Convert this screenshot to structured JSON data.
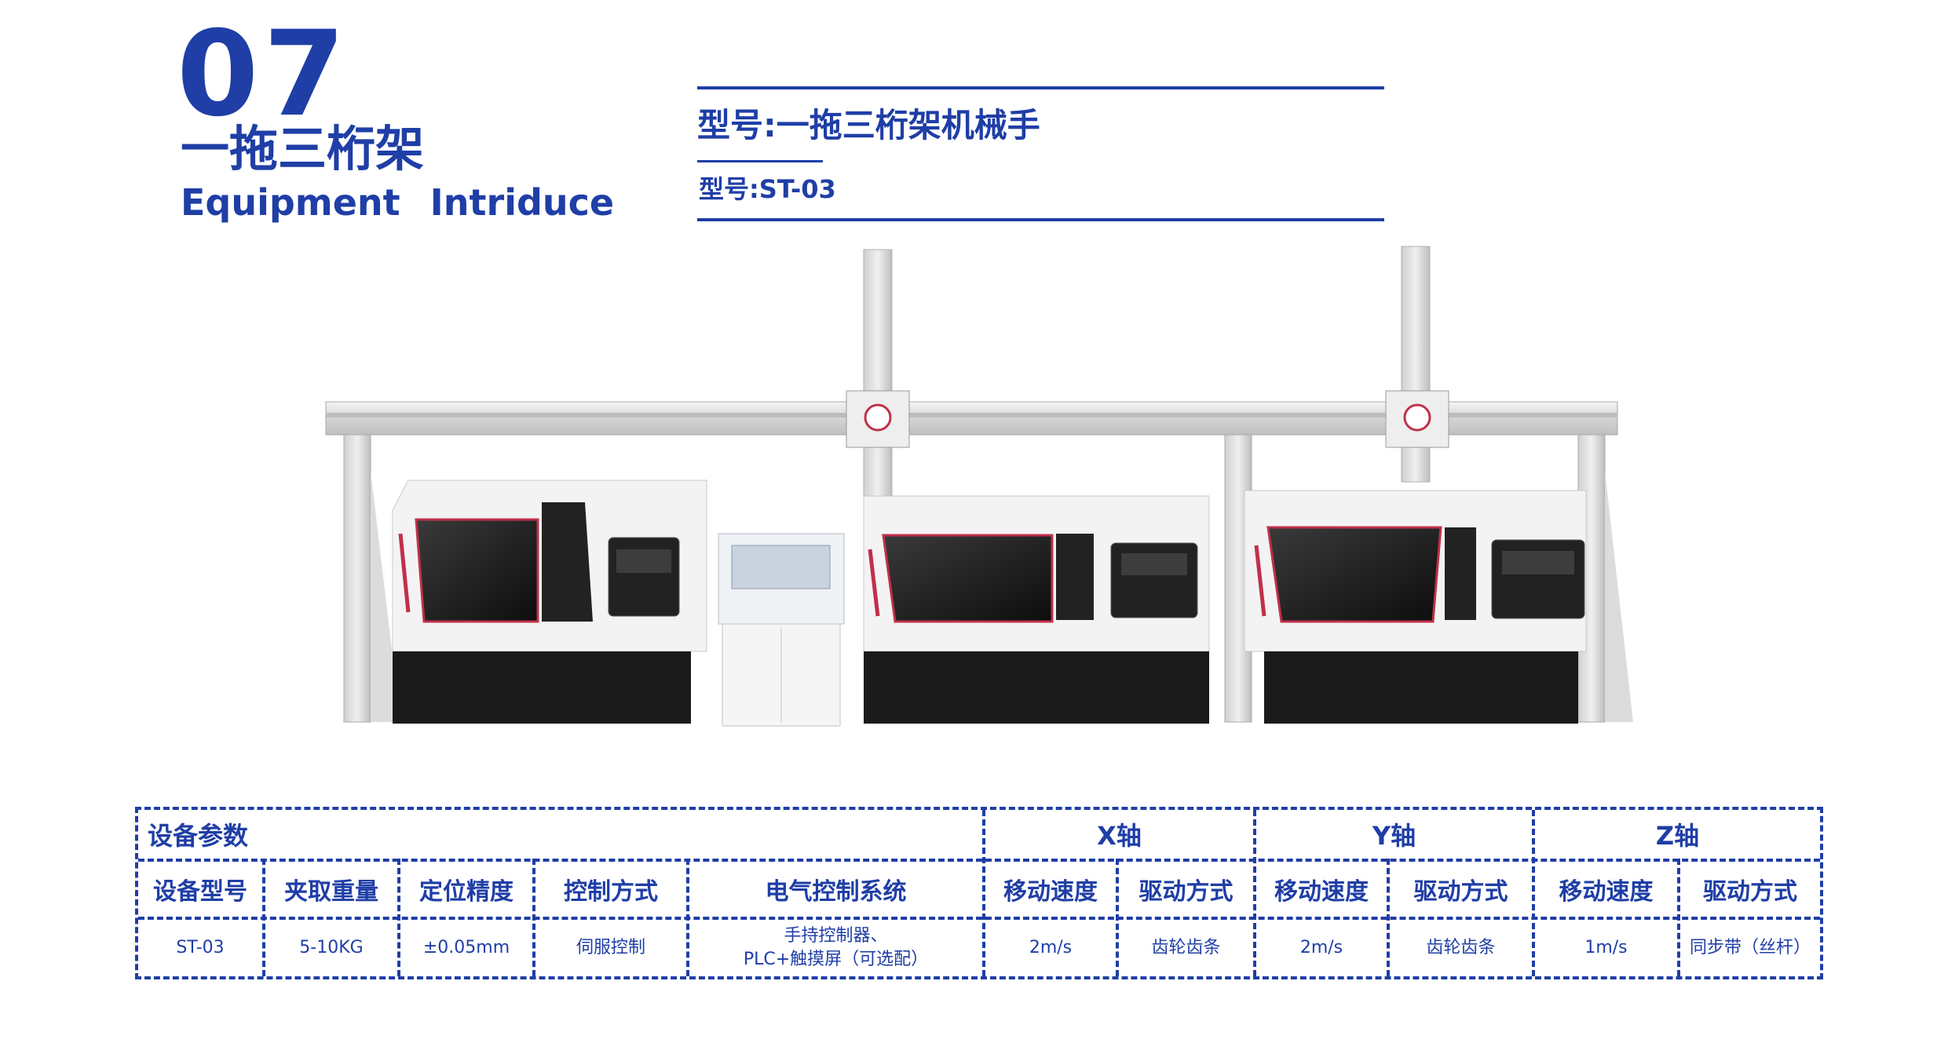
{
  "header": {
    "number": "07",
    "title": "一拖三桁架",
    "subtitle": "Equipment Intriduce"
  },
  "model": {
    "title": "型号:一拖三桁架机械手",
    "code": "型号:ST-03"
  },
  "illustration": {
    "icon": "gantry-robot-with-three-cnc-lathes-illustration"
  },
  "table": {
    "group_headers": {
      "params": "设备参数",
      "x_axis": "X轴",
      "y_axis": "Y轴",
      "z_axis": "Z轴"
    },
    "columns": {
      "model": "设备型号",
      "load": "夹取重量",
      "precision": "定位精度",
      "control": "控制方式",
      "electric": "电气控制系统",
      "x_speed": "移动速度",
      "x_drive": "驱动方式",
      "y_speed": "移动速度",
      "y_drive": "驱动方式",
      "z_speed": "移动速度",
      "z_drive": "驱动方式"
    },
    "row": {
      "model": "ST-03",
      "load": "5-10KG",
      "precision": "±0.05mm",
      "control": "伺服控制",
      "electric_line1": "手持控制器、",
      "electric_line2": "PLC+触摸屏（可选配）",
      "x_speed": "2m/s",
      "x_drive": "齿轮齿条",
      "y_speed": "2m/s",
      "y_drive": "齿轮齿条",
      "z_speed": "1m/s",
      "z_drive": "同步带（丝杆）"
    }
  },
  "colors": {
    "brand_blue": "#1f3ea6",
    "machine_white": "#f2f2f2",
    "machine_black": "#1a1a1a",
    "accent_red": "#c0304a"
  }
}
